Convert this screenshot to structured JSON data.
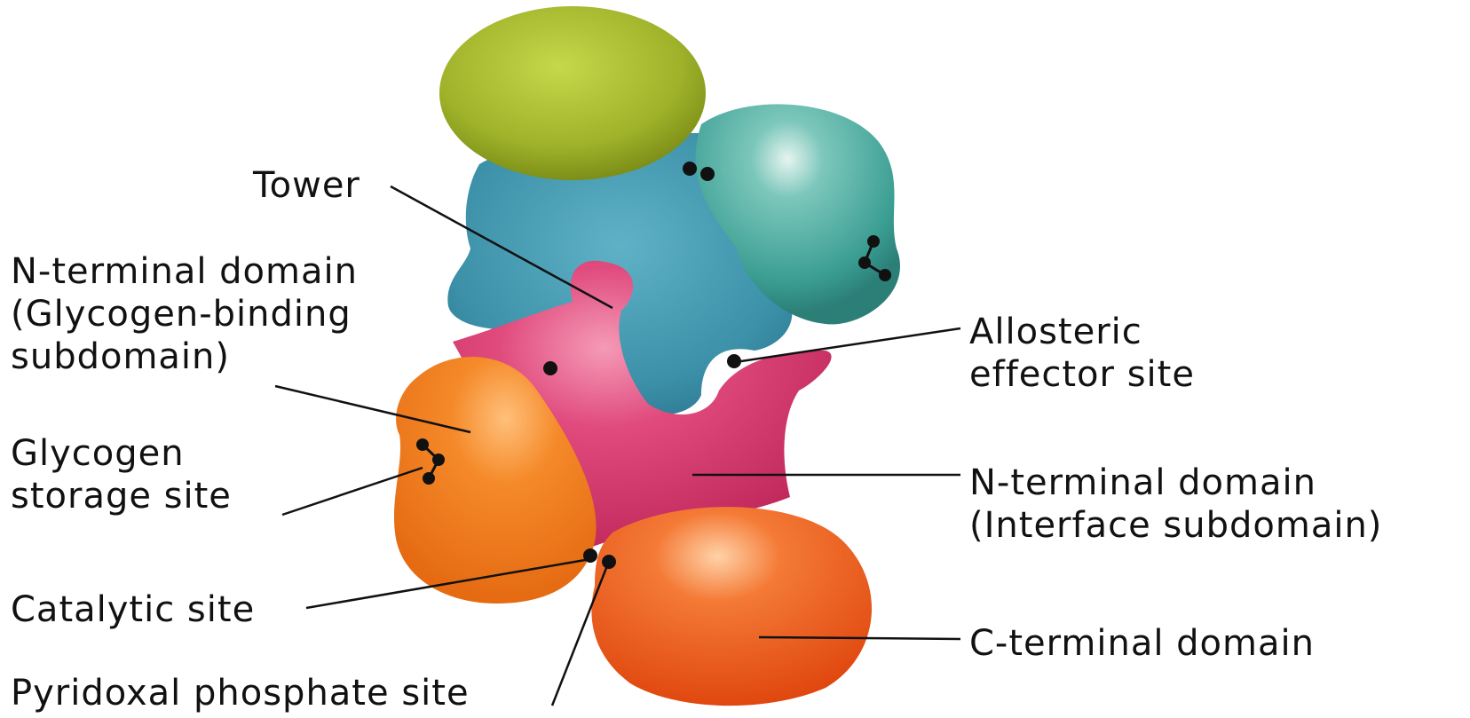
{
  "labels": {
    "tower": "Tower",
    "n_terminal_glycogen": [
      "N-terminal domain",
      "(Glycogen-binding",
      "subdomain)"
    ],
    "glycogen_storage": [
      "Glycogen",
      "storage site"
    ],
    "catalytic": "Catalytic site",
    "pyridoxal": "Pyridoxal phosphate site",
    "allosteric": [
      "Allosteric",
      "effector site"
    ],
    "n_terminal_interface": [
      "N-terminal domain",
      "(Interface subdomain)"
    ],
    "c_terminal": "C-terminal domain"
  },
  "colors": {
    "green_domain": "#a5b82a",
    "teal_domain": "#3fa39a",
    "blue_domain": "#3e95ad",
    "pink_domain": "#d9386f",
    "orange_domain": "#f07d1f",
    "red_orange_domain": "#ef5a1e",
    "leader_line": "#111111"
  }
}
